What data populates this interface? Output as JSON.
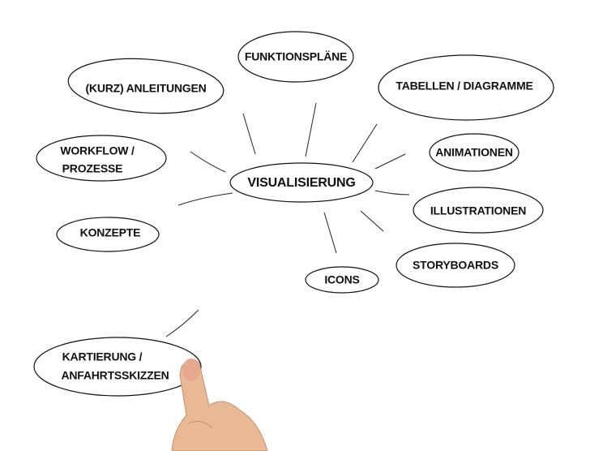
{
  "center": {
    "label": "VISUALISIERUNG"
  },
  "nodes": {
    "funktionsplaene": "FUNKTIONSPLÄNE",
    "anleitungen": "(KURZ) ANLEITUNGEN",
    "tabellen": "TABELLEN / DIAGRAMME",
    "workflow_1": "WORKFLOW /",
    "workflow_2": "PROZESSE",
    "animationen": "ANIMATIONEN",
    "illustrationen": "ILLUSTRATIONEN",
    "konzepte": "KONZEPTE",
    "storyboards": "STORYBOARDS",
    "icons": "ICONS",
    "kartierung_1": "KARTIERUNG /",
    "kartierung_2": "ANFAHRTSSKIZZEN"
  },
  "colors": {
    "ink": "#111111",
    "skin": "#e9b894"
  }
}
